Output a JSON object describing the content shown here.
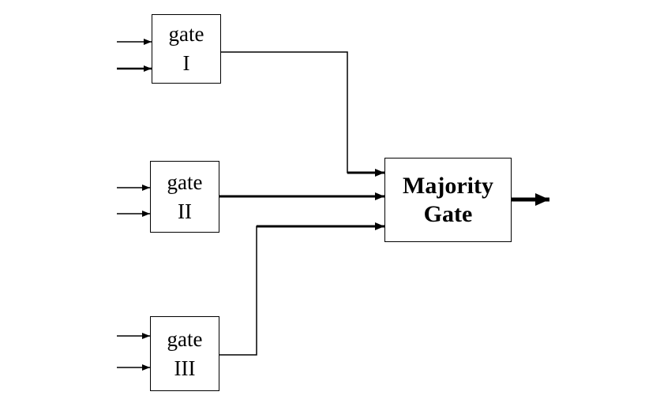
{
  "gates": [
    {
      "label": "gate",
      "numeral": "I"
    },
    {
      "label": "gate",
      "numeral": "II"
    },
    {
      "label": "gate",
      "numeral": "III"
    }
  ],
  "majority": {
    "line1": "Majority",
    "line2": "Gate"
  },
  "colors": {
    "stroke": "#000000",
    "fill": "#ffffff",
    "text": "#000000"
  }
}
